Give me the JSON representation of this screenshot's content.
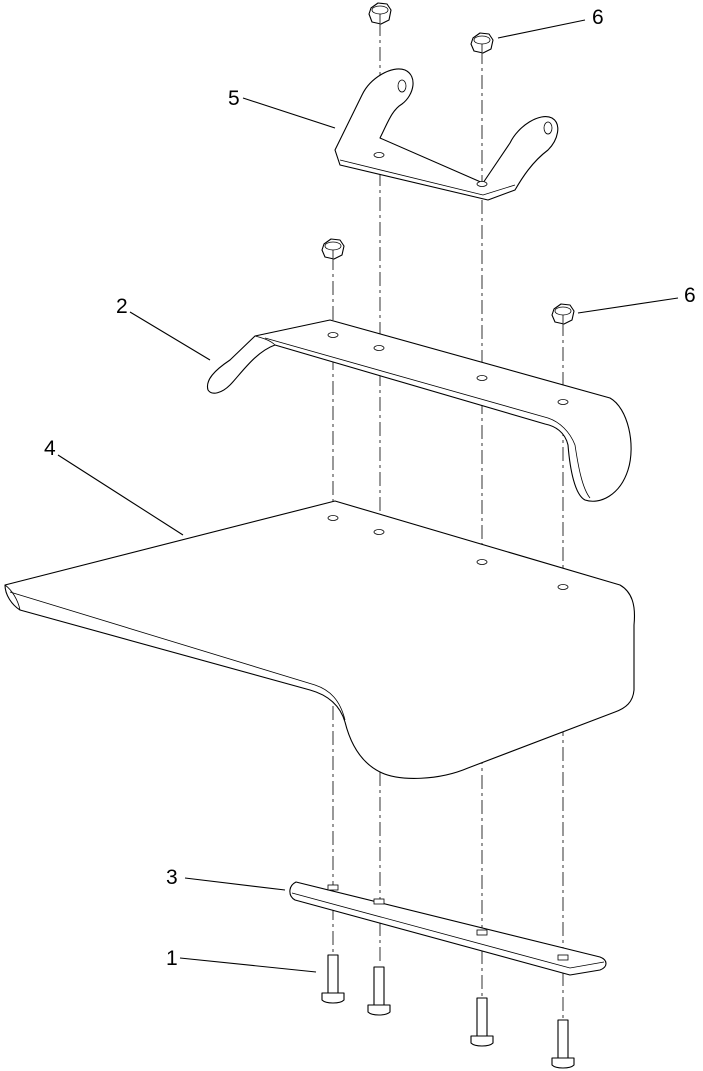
{
  "callouts": {
    "bolt": "1",
    "upper_plate": "2",
    "lower_strip": "3",
    "tray": "4",
    "bracket": "5",
    "nut_bracket": "6",
    "nut_plate": "6"
  },
  "colors": {
    "line": "#000000",
    "background": "#ffffff"
  }
}
